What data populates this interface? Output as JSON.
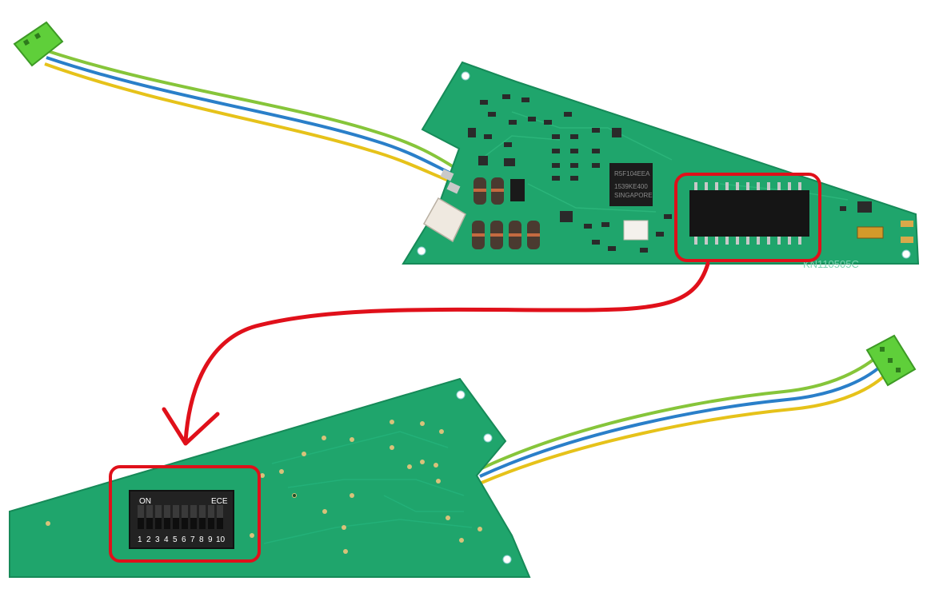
{
  "top_board": {
    "mcu_marking": [
      "R5F104EEA",
      "1539KE400",
      "SINGAPORE"
    ],
    "silkscreen": "KN110505C"
  },
  "bottom_board": {
    "dip_switch": {
      "on_label": "ON",
      "brand_label": "ECE",
      "numbers": [
        "1",
        "2",
        "3",
        "4",
        "5",
        "6",
        "7",
        "8",
        "9",
        "10"
      ]
    }
  },
  "colors": {
    "pcb": "#1fa56c",
    "pcb_dark": "#138553",
    "annotation": "#e0101a",
    "wire_green": "#86c53a",
    "wire_blue": "#2a7fc9",
    "wire_yellow": "#e6c21a",
    "connector": "#5fcf3a"
  }
}
